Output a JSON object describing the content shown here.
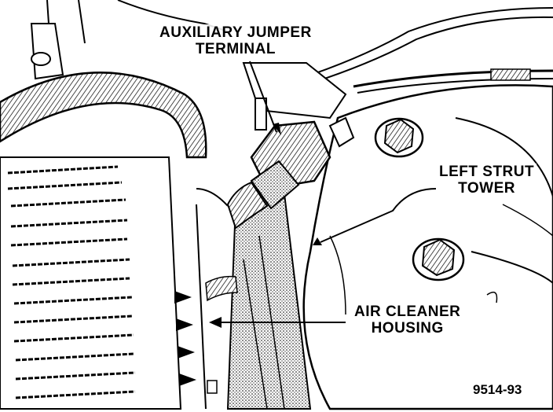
{
  "labels": {
    "aux_jumper_line1": "AUXILIARY JUMPER",
    "aux_jumper_line2": "TERMINAL",
    "left_strut_line1": "LEFT STRUT",
    "left_strut_line2": "TOWER",
    "air_cleaner_line1": "AIR CLEANER",
    "air_cleaner_line2": "HOUSING",
    "figure_id": "9514-93"
  },
  "colors": {
    "ink": "#000000",
    "paper": "#ffffff",
    "shade": "#b8b8b8"
  }
}
